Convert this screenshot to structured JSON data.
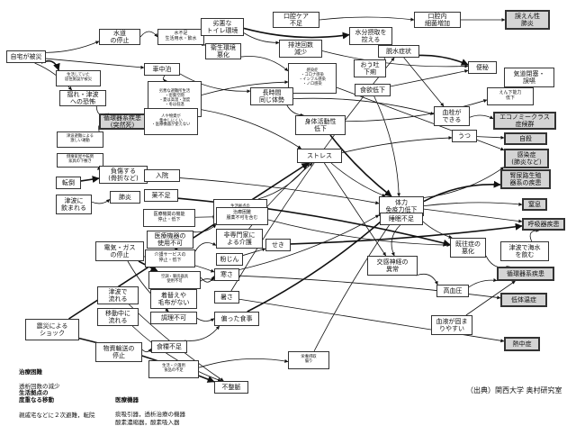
{
  "nodes": {
    "n_home": "自宅が被災",
    "n_life": "生活していた\n居住施設が被災",
    "n_quake": "揺れ・津波\nへの恐怖",
    "n_circ": "循環器系疾患\n(突然死)",
    "n_tsunami_move": "津波避難による\n激しい運動",
    "n_debris": "倒壊家屋や転倒\n家具の下敷き",
    "n_fall": "転倒",
    "n_injury": "負傷する\n(骨折など)",
    "n_drown": "津波に\n飲まれる",
    "n_pneu_a": "肺炎",
    "n_water": "水道\nの停止",
    "n_water_short": "水不足\n生活用水・飲水",
    "n_toilet": "劣悪な\nトイレ環境",
    "n_sanit": "衛生環境\n悪化",
    "n_oral": "口腔ケア\n不足",
    "n_excrete": "排泄回数\n減少",
    "n_infect": "感染症\n・コロナ感染\n・インフル感染\n・ノロ感染",
    "n_intake": "水分摂取を\n控える",
    "n_vomit": "おう吐\n下痢",
    "n_dehyd": "脱水症状",
    "n_mouth": "口腔内\n細菌増加",
    "n_asp": "誤えん性\n肺炎",
    "n_car": "車中泊",
    "n_bad_env": "劣悪な避難所生活\n・密集空間\n・夏は高温・湿度\n・冬は低温",
    "n_long": "長時間\n同じ体勢",
    "n_appetite": "食欲低下",
    "n_constip": "便秘",
    "n_airway": "気道閉塞・\n誤嚥",
    "n_activity": "身体活動性\n低下",
    "n_swallow": "えん下能力\n低下",
    "n_clot": "血栓が\nできる",
    "n_economy": "エコノミークラス\n症候群",
    "n_stress": "ストレス",
    "n_depress": "うつ",
    "n_suicide": "自殺",
    "n_infection": "感染症\n(肺炎など)",
    "n_kidney": "腎尿路生殖\n器系の疾患",
    "n_supply": "人や物資が\n集中しにくい\n・医療機器が使えない",
    "n_admit": "入院",
    "n_drug_short": "薬不足",
    "n_med_stop": "医療機関の機能\n停止・低下",
    "n_med_use": "医療機器の\n使用不可",
    "n_care": "介護サービスの\n停止・低下",
    "n_transfer": "生活拠点の\n度重なる移動\n／長時間移動",
    "n_hard_med": "治療困難\n服薬不可を含む",
    "n_nonpro": "非専門家に\nよる介護",
    "n_powder": "粉じん",
    "n_cough": "せき",
    "n_stamina": "体力\n免疫力低下",
    "n_sleep": "睡眠不足",
    "n_chronic": "既往症の\n悪化",
    "n_suffoc": "窒息",
    "n_resp": "呼吸器疾患",
    "n_seawater": "津波で海水\nを飲む",
    "n_power": "電気・ガス\nの停止",
    "n_cold": "寒さ",
    "n_heater": "空調・暖房器具\n使用不可",
    "n_clothes": "着替えや\n毛布がない",
    "n_hot": "暑さ",
    "n_cook": "調理不可",
    "n_autonomic": "交感神経の\n異常",
    "n_bp": "高血圧",
    "n_resp2": "循環器系疾患",
    "n_hypo": "低体温症",
    "n_flowdrop": "津波で\n流れる",
    "n_movedrop": "移動中に\n流れる",
    "n_shock": "震災による\nショック",
    "n_biased": "偏った食事",
    "n_wakeup": "血液が固ま\nりやすい",
    "n_heat": "熱中症",
    "n_logistic": "物資輸送の\n停止",
    "n_food": "食糧不足",
    "n_nutri": "栄養摂取\n偏り",
    "n_food_short": "生活・介護用\n食品の不足",
    "n_sleepless": "不整脈"
  },
  "legend": [
    {
      "title": "治療困難",
      "text": "透析回数の減少"
    },
    {
      "title": "生活拠点の\n度重なる移動",
      "text": "親戚宅などに２次避難，転院"
    },
    {
      "title": "医療機器",
      "text": "痰吸引器，透析治療の機器\n酸素濃縮器，酸素吸入器"
    }
  ],
  "credit": "（出典）関西大学 奥村研究室"
}
